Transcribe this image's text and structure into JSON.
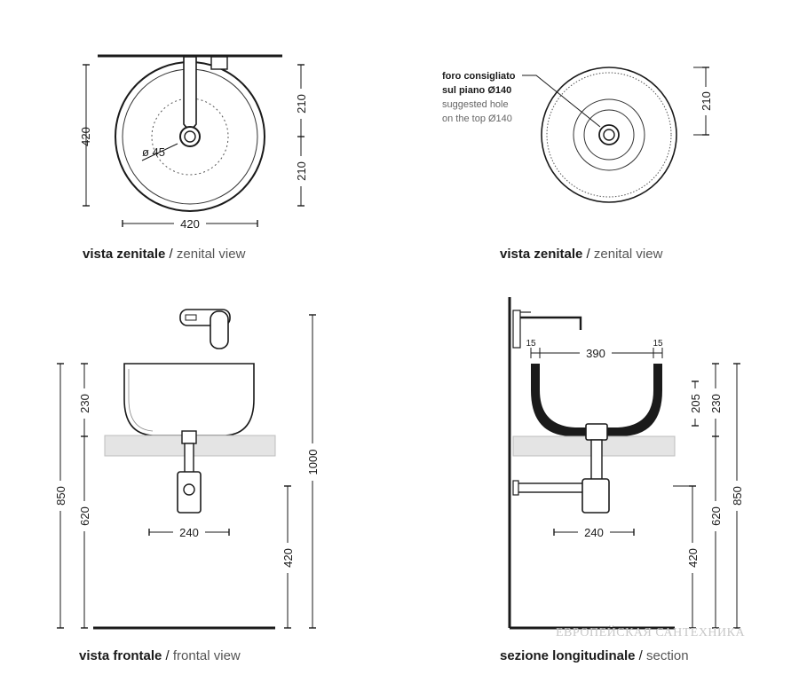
{
  "captions": {
    "top_left": {
      "bold": "vista zenitale",
      "light": "zenital view"
    },
    "top_right": {
      "bold": "vista zenitale",
      "light": "zenital view"
    },
    "bottom_left": {
      "bold": "vista frontale",
      "light": "frontal view"
    },
    "bottom_right": {
      "bold": "sezione longitudinale",
      "light": "section"
    },
    "separator": " / "
  },
  "hole_note": {
    "line1_it": "foro consigliato",
    "line2_it": "sul piano Ø140",
    "line1_en": "suggested hole",
    "line2_en": "on the top Ø140"
  },
  "dimensions": {
    "tl_height": "420",
    "tl_width": "420",
    "tl_upper": "210",
    "tl_lower": "210",
    "tl_drain": "ø 45",
    "tr_radius": "210",
    "bl_bowl": "230",
    "bl_total": "850",
    "bl_lower": "620",
    "bl_siphon": "240",
    "bl_floor": "420",
    "bl_tap": "1000",
    "br_edge_left": "15",
    "br_inner": "390",
    "br_edge_right": "15",
    "br_bowl_inner": "205",
    "br_bowl": "230",
    "br_lower": "620",
    "br_total": "850",
    "br_siphon": "240",
    "br_floor": "420"
  },
  "watermark": "ЕВРОПЕЙСКАЯ САНТЕХНИКА"
}
